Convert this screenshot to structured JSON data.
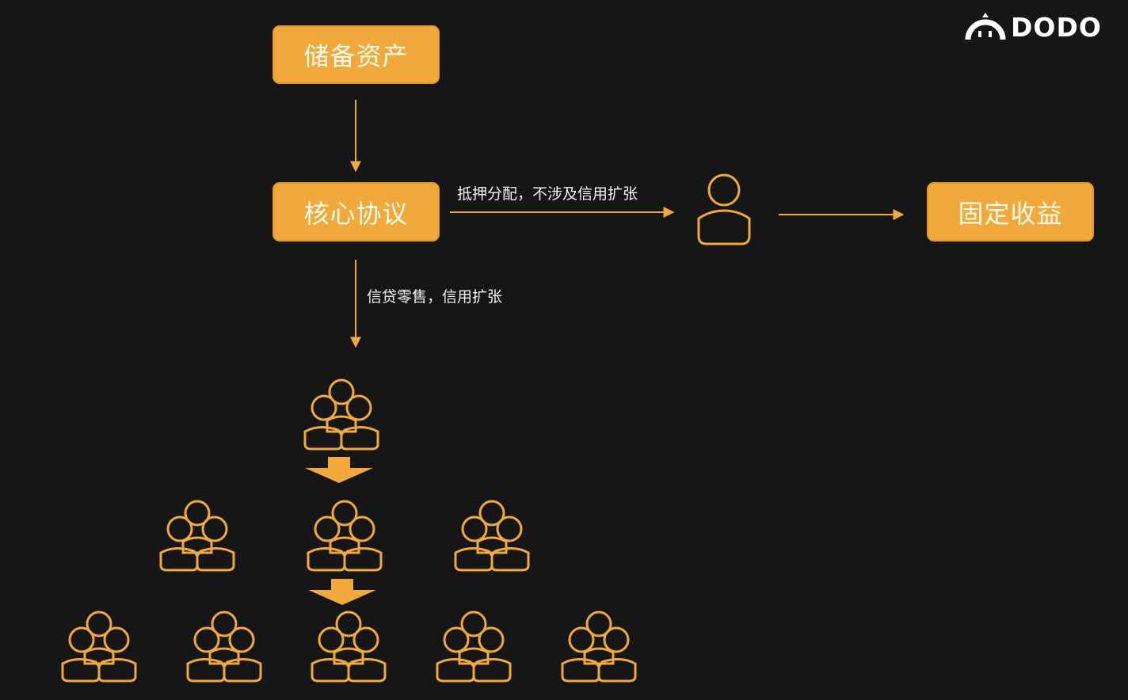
{
  "logo": {
    "text": "DODO",
    "icon": "dodo-logo-icon"
  },
  "nodes": {
    "reserve_assets": "储备资产",
    "core_protocol": "核心协议",
    "fixed_income": "固定收益"
  },
  "edges": {
    "collateral_label": "抵押分配，不涉及信用扩张",
    "credit_label": "信贷零售，信用扩张"
  },
  "icons": {
    "individual": "user-icon",
    "group": "user-group-icon",
    "expand": "down-arrow-icon"
  },
  "pyramid": {
    "tiers": [
      1,
      3,
      5
    ]
  },
  "colors": {
    "background": "#161616",
    "accent": "#F0A93A",
    "text": "#F2F2F2"
  }
}
